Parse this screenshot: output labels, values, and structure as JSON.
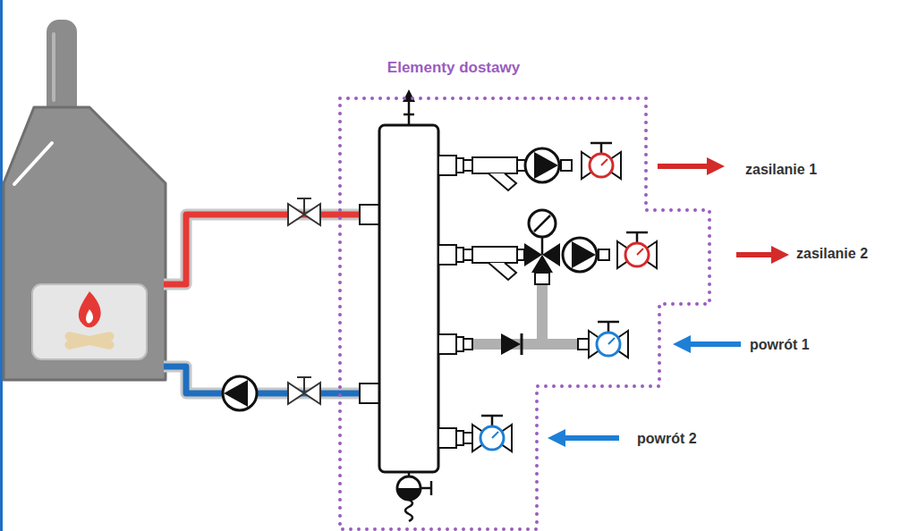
{
  "diagram": {
    "nodes": [
      {
        "text": [
          "Elementy dostawy"
        ]
      }
    ],
    "labels": [
      "zasilanie 1",
      "zasilanie 2",
      "powrót 1",
      "powrót 2"
    ]
  }
}
